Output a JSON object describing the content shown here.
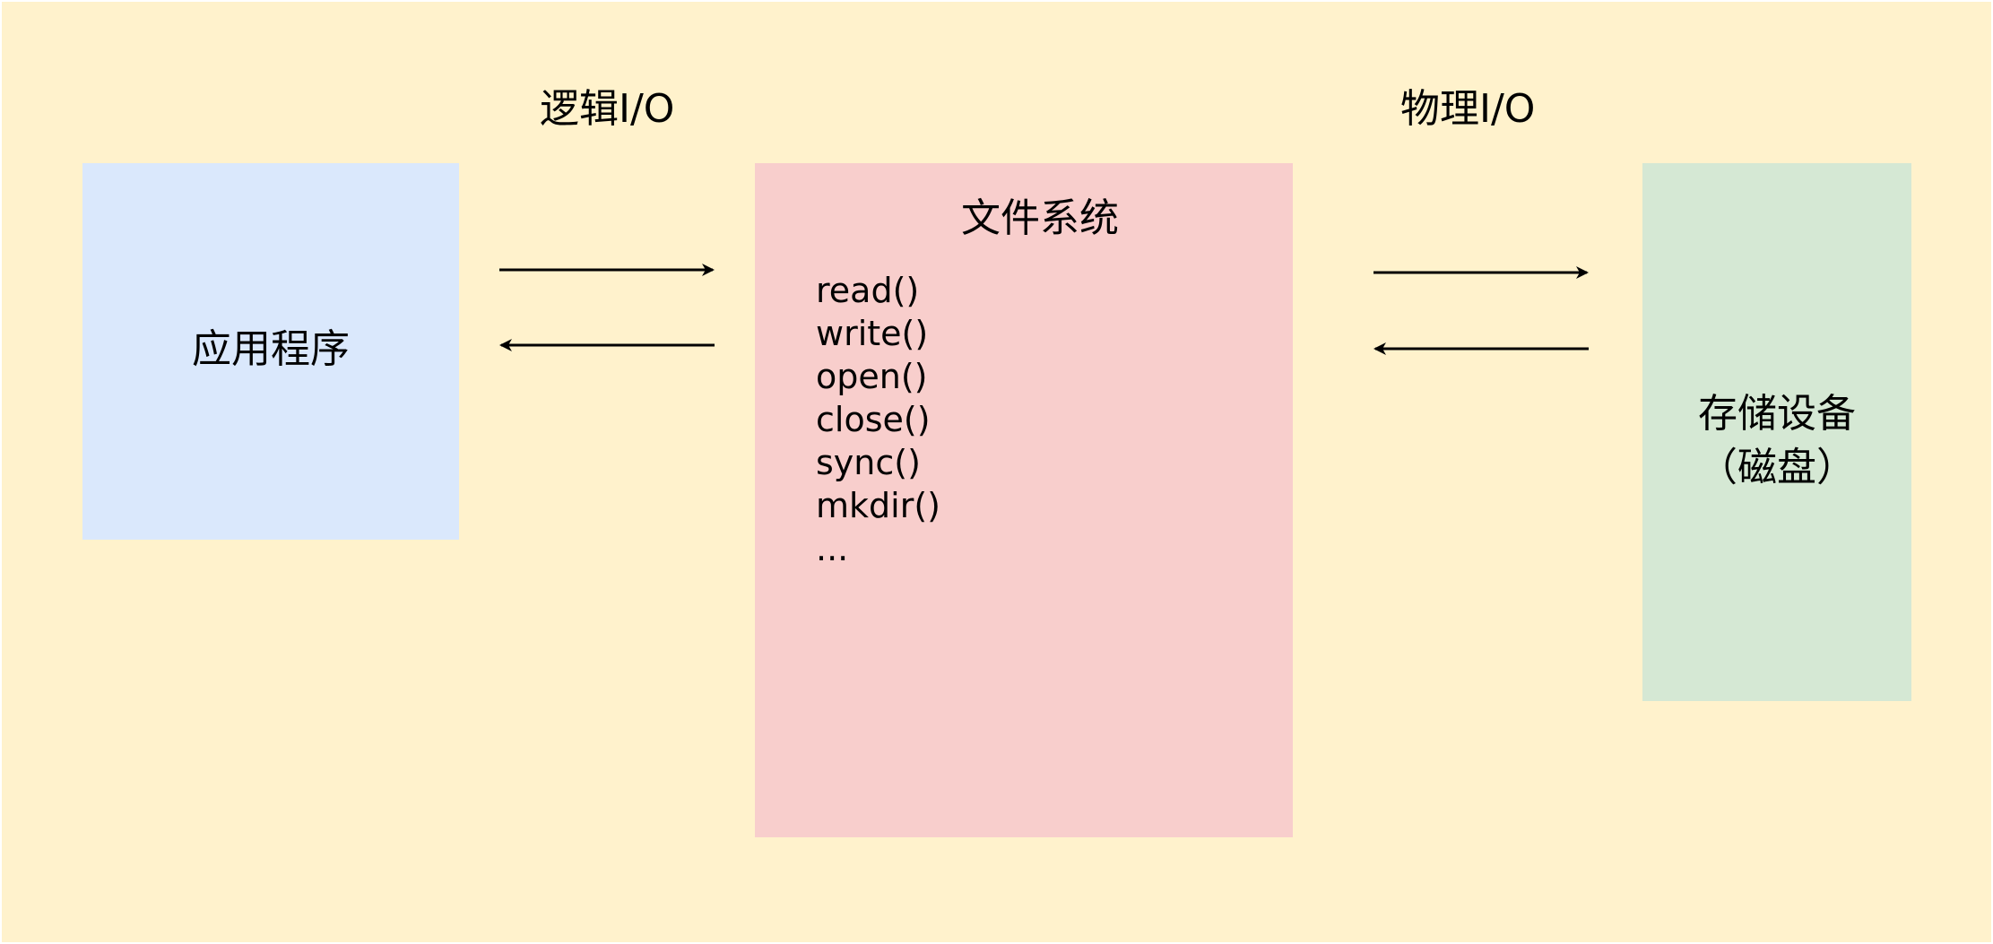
{
  "labels": {
    "logical_io": "逻辑I/O",
    "physical_io": "物理I/O"
  },
  "application": {
    "title": "应用程序"
  },
  "file_system": {
    "title": "文件系统",
    "calls": [
      "read()",
      "write()",
      "open()",
      "close()",
      "sync()",
      "mkdir()",
      "..."
    ]
  },
  "storage": {
    "title_line1": "存储设备",
    "title_line2": "（磁盘）"
  },
  "colors": {
    "background": "#fff2cc",
    "application": "#dae8fc",
    "file_system": "#f8cecc",
    "storage": "#d5e8d4",
    "arrow": "#000000"
  }
}
